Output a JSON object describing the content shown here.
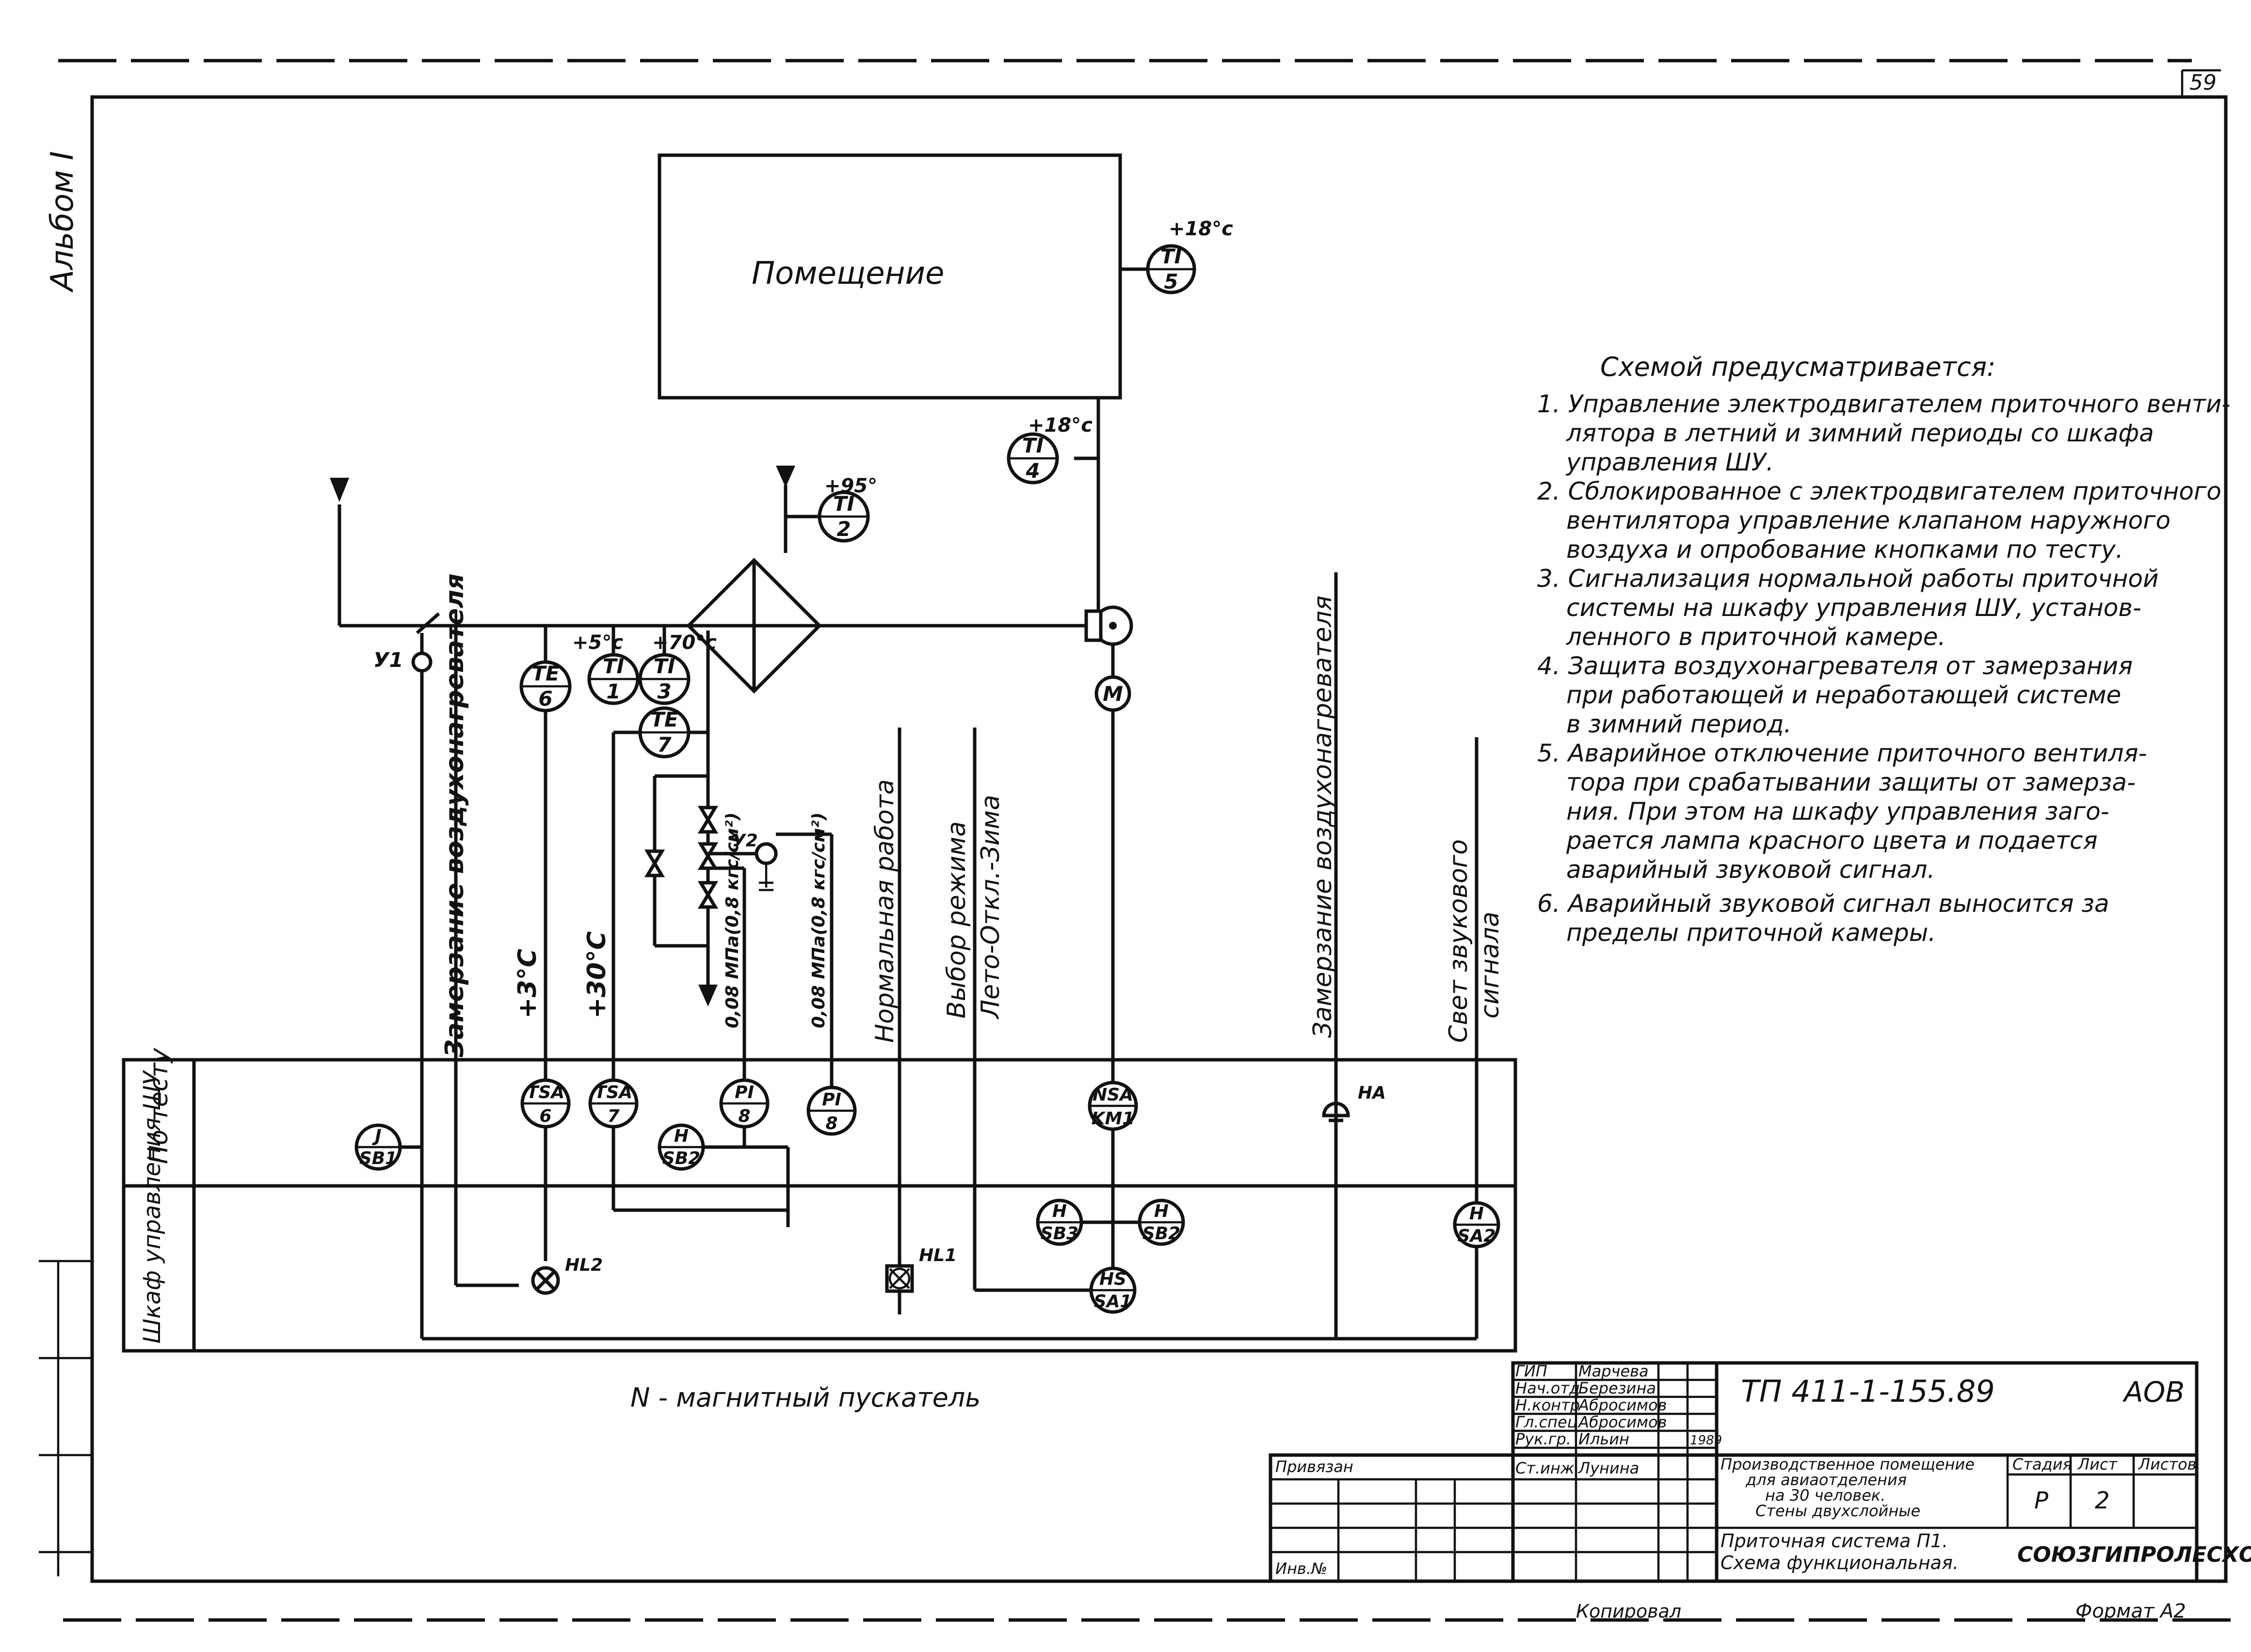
{
  "page_number": "59",
  "album_label": "Альбом I",
  "room": {
    "label": "Помещение",
    "temp": "+18°c"
  },
  "instruments": {
    "ti5": {
      "tag": "TI",
      "num": "5"
    },
    "ti4": {
      "tag": "TI",
      "num": "4",
      "temp": "+18°c"
    },
    "ti2": {
      "tag": "TI",
      "num": "2",
      "temp": "+95°"
    },
    "te6": {
      "tag": "TE",
      "num": "6"
    },
    "ti1": {
      "tag": "TI",
      "num": "1",
      "temp": "+5°c"
    },
    "ti3": {
      "tag": "TI",
      "num": "3",
      "temp": "+70°c"
    },
    "te7": {
      "tag": "TE",
      "num": "7"
    },
    "m": {
      "tag": "M"
    },
    "tsa6": {
      "tag": "TSA",
      "num": "6"
    },
    "tsa7": {
      "tag": "TSA",
      "num": "7"
    },
    "pi8a": {
      "tag": "PI",
      "num": "8"
    },
    "pi8b": {
      "tag": "PI",
      "num": "8"
    },
    "nsa": {
      "tag": "NSA",
      "num": "KM1"
    },
    "jsb1": {
      "tag": "J",
      "num": "SB1"
    },
    "hsb2a": {
      "tag": "H",
      "num": "SB2"
    },
    "hsb3": {
      "tag": "H",
      "num": "SB3"
    },
    "hsb2b": {
      "tag": "H",
      "num": "SB2"
    },
    "hssa1": {
      "tag": "HS",
      "num": "SA1"
    },
    "hsa2": {
      "tag": "H",
      "num": "SA2"
    }
  },
  "labels": {
    "y1": "У1",
    "y2": "У2",
    "ha": "HA",
    "hl1": "HL1",
    "hl2": "HL2",
    "n_starter": "N - магнитный пускатель"
  },
  "vertical_labels": {
    "freeze_left": "Замерзание воздухонагревателя",
    "t3": "+3°С",
    "t30": "+30°С",
    "p1": "0,08 МПа(0,8 кгс/см²)",
    "p2": "0,08 МПа(0,8 кгс/см²)",
    "normal": "Нормальная работа",
    "mode1": "Выбор режима",
    "mode2": "Лето-Откл.-Зима",
    "freeze_right": "Замерзание воздухонагревателя",
    "sound1": "Свет звукового",
    "sound2": "сигнала"
  },
  "panel": {
    "row1": "По тесту",
    "row2": "Шкаф управления ШУ"
  },
  "notes": {
    "heading": "Схемой предусматривается:",
    "lines": [
      "1. Управление электродвигателем приточного венти-",
      "лятора в летний и зимний периоды со шкафа",
      "управления ШУ.",
      "2. Сблокированное с электродвигателем приточного",
      "вентилятора управление клапаном наружного",
      "воздуха и опробование кнопками по тесту.",
      "3. Сигнализация нормальной работы приточной",
      "системы на шкафу управления ШУ, установ-",
      "ленного в приточной камере.",
      "4. Защита воздухонагревателя от замерзания",
      "при работающей и неработающей системе",
      "в зимний период.",
      "5. Аварийное отключение приточного вентиля-",
      "тора при срабатывании защиты от замерза-",
      "ния. При этом на шкафу управления заго-",
      "рается лампа красного цвета и подается",
      "аварийный звуковой сигнал.",
      "6. Аварийный звуковой сигнал выносится за",
      "пределы приточной камеры."
    ]
  },
  "title_block": {
    "roles": [
      "ГИП",
      "Нач.отд",
      "Н.контр",
      "Гл.спец",
      "Рук.гр.",
      "Ст.инж."
    ],
    "names": [
      "Марчева",
      "Березина",
      "Абросимов",
      "Абросимов",
      "Ильин",
      "Лунина"
    ],
    "date": "1989",
    "code": "ТП 411-1-155.89",
    "section": "АОВ",
    "project": [
      "Производственное помещение",
      "для авиаотделения",
      "на 30 человек.",
      "Стены двухслойные"
    ],
    "drawing": [
      "Приточная система П1.",
      "Схема функциональная."
    ],
    "stage_label": "Стадия",
    "sheet_label": "Лист",
    "sheets_label": "Листов",
    "stage": "Р",
    "sheet": "2",
    "org": "СОЮЗГИПРОЛЕСХОЗ",
    "privyazan": "Привязан",
    "inv": "Инв.№"
  },
  "footer": {
    "copied": "Копировал",
    "format": "Формат А2"
  }
}
